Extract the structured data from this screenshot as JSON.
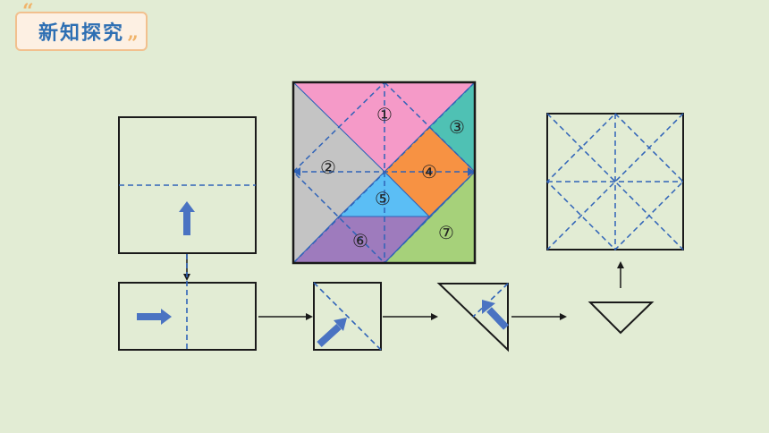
{
  "header": {
    "title": "新知探究"
  },
  "tangram": {
    "pieces": [
      {
        "label": "①",
        "color": "#f59ac8"
      },
      {
        "label": "②",
        "color": "#c4c4c4"
      },
      {
        "label": "③",
        "color": "#4fc1b4"
      },
      {
        "label": "④",
        "color": "#f79243"
      },
      {
        "label": "⑤",
        "color": "#5bbef5"
      },
      {
        "label": "⑥",
        "color": "#9e7bbd"
      },
      {
        "label": "⑦",
        "color": "#a6d17a"
      }
    ]
  },
  "colors": {
    "background": "#e2ecd4",
    "fold_line": "#2f63b8",
    "arrow_blue": "#4a73c2",
    "outline": "#1a1a1a"
  }
}
